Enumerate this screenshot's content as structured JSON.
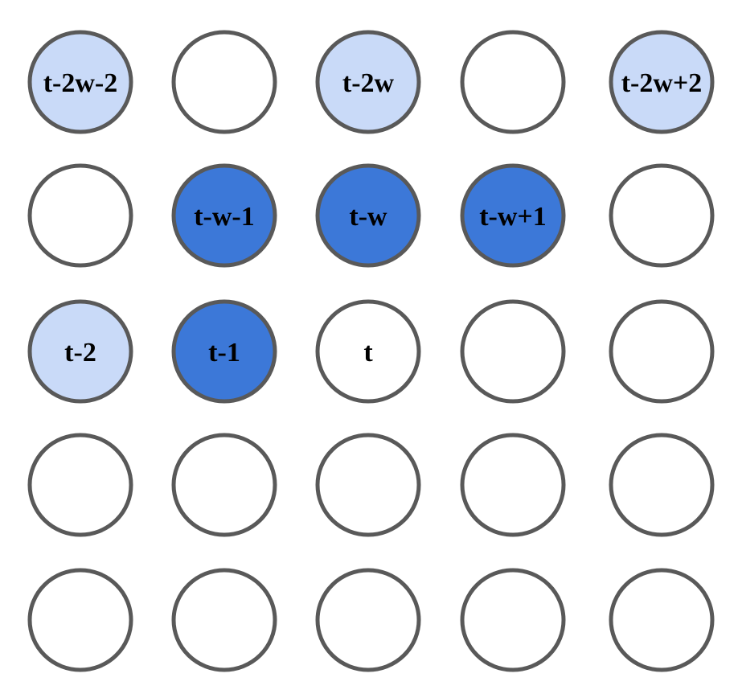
{
  "diagram": {
    "rows": [
      [
        {
          "label": "t-2w-2",
          "state": "light"
        },
        {
          "label": "",
          "state": "empty"
        },
        {
          "label": "t-2w",
          "state": "light"
        },
        {
          "label": "",
          "state": "empty"
        },
        {
          "label": "t-2w+2",
          "state": "light"
        }
      ],
      [
        {
          "label": "",
          "state": "empty"
        },
        {
          "label": "t-w-1",
          "state": "dark"
        },
        {
          "label": "t-w",
          "state": "dark"
        },
        {
          "label": "t-w+1",
          "state": "dark"
        },
        {
          "label": "",
          "state": "empty"
        }
      ],
      [
        {
          "label": "t-2",
          "state": "light"
        },
        {
          "label": "t-1",
          "state": "dark"
        },
        {
          "label": "t",
          "state": "empty"
        },
        {
          "label": "",
          "state": "empty"
        },
        {
          "label": "",
          "state": "empty"
        }
      ],
      [
        {
          "label": "",
          "state": "empty"
        },
        {
          "label": "",
          "state": "empty"
        },
        {
          "label": "",
          "state": "empty"
        },
        {
          "label": "",
          "state": "empty"
        },
        {
          "label": "",
          "state": "empty"
        }
      ],
      [
        {
          "label": "",
          "state": "empty"
        },
        {
          "label": "",
          "state": "empty"
        },
        {
          "label": "",
          "state": "empty"
        },
        {
          "label": "",
          "state": "empty"
        },
        {
          "label": "",
          "state": "empty"
        }
      ]
    ]
  },
  "colors": {
    "light": "#c9daf8",
    "dark": "#3c78d8",
    "empty": "#ffffff",
    "stroke": "#595959"
  }
}
